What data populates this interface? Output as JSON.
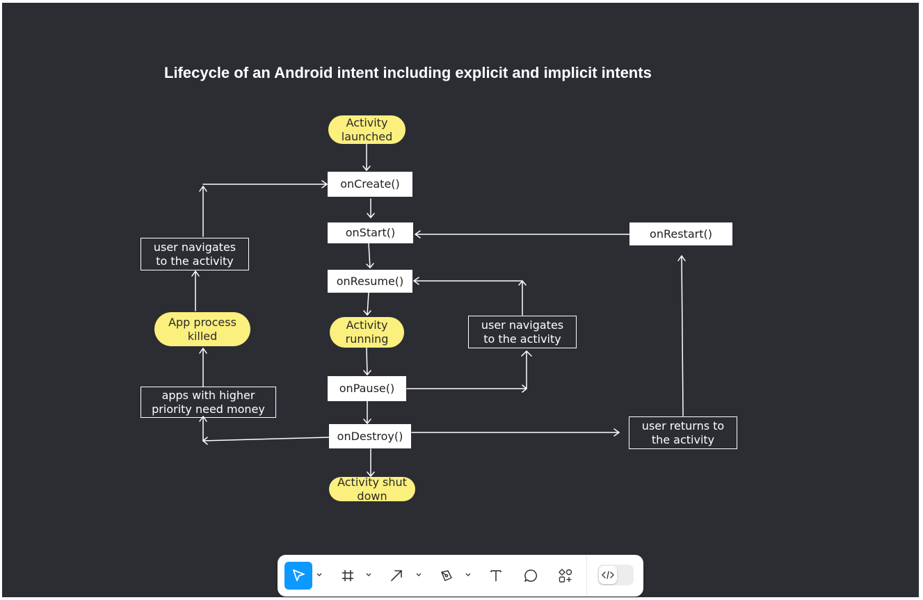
{
  "title": "Lifecycle of an Android intent including explicit and implicit intents",
  "nodes": {
    "activity_launched": "Activity launched",
    "on_create": "onCreate()",
    "on_start": "onStart()",
    "on_restart": "onRestart()",
    "on_resume": "onResume()",
    "activity_running": "Activity running",
    "on_pause": "onPause()",
    "on_destroy": "onDestroy()",
    "activity_shut_down": "Activity shut down",
    "user_navigates_left": "user navigates to the activity",
    "app_process_killed": "App process killed",
    "apps_higher_priority": "apps with higher priority need money",
    "user_navigates_right": "user navigates to the activity",
    "user_returns": "user returns to the activity"
  },
  "colors": {
    "canvas": "#2b2d33",
    "pill": "#fbef7e",
    "accent": "#0d99ff"
  },
  "toolbar": {
    "tools": [
      "move-tool",
      "frame-tool",
      "arrow-tool",
      "pen-tool",
      "text-tool",
      "comment-tool",
      "shapes-tool"
    ],
    "dev_mode": "code-icon"
  }
}
